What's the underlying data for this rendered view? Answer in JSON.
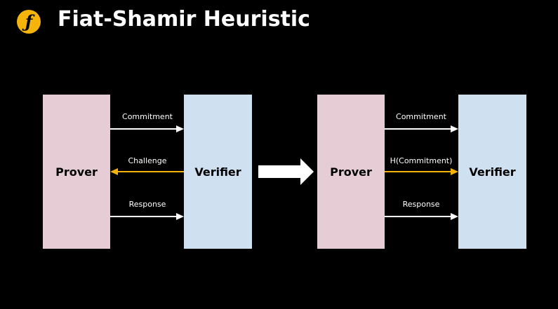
{
  "header": {
    "logo_glyph": "ƒ",
    "title": "Fiat-Shamir Heuristic"
  },
  "colors": {
    "accent": "#F5B40B",
    "prover_fill": "#E6CCD5",
    "verifier_fill": "#CFE0F1",
    "arrow_white": "#FFFFFF",
    "arrow_yellow": "#F5B40B"
  },
  "interactive": {
    "prover_label": "Prover",
    "verifier_label": "Verifier",
    "messages": [
      {
        "label": "Commitment",
        "direction": "to-verifier",
        "color": "white"
      },
      {
        "label": "Challenge",
        "direction": "to-prover",
        "color": "yellow"
      },
      {
        "label": "Response",
        "direction": "to-verifier",
        "color": "white"
      }
    ]
  },
  "non_interactive": {
    "prover_label": "Prover",
    "verifier_label": "Verifier",
    "messages": [
      {
        "label": "Commitment",
        "direction": "to-verifier",
        "color": "white"
      },
      {
        "label": "H(Commitment)",
        "direction": "to-verifier",
        "color": "yellow"
      },
      {
        "label": "Response",
        "direction": "to-verifier",
        "color": "white"
      }
    ]
  }
}
